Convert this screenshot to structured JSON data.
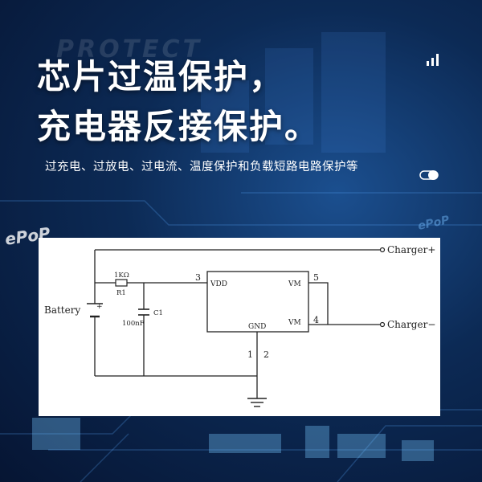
{
  "header": {
    "watermark": "PROTECT",
    "title_line1": "芯片过温保护，",
    "title_line2": "充电器反接保护。",
    "subtitle": "过充电、过放电、过电流、温度保护和负载短路电路保护等"
  },
  "logos": {
    "left": "ePoP",
    "right": "ePoP"
  },
  "circuit": {
    "battery_label": "Battery",
    "resistor_value": "1KΩ",
    "resistor_name": "R1",
    "capacitor_name": "C1",
    "capacitor_value": "100nF",
    "chip_pin_vdd": "VDD",
    "chip_pin_gnd": "GND",
    "chip_pin_vm_top": "VM",
    "chip_pin_vm_bottom": "VM",
    "pin_3": "3",
    "pin_5": "5",
    "pin_4": "4",
    "pin_1": "1",
    "pin_2": "2",
    "charger_plus": "Charger+",
    "charger_minus": "Charger−"
  },
  "colors": {
    "bg_dark": "#061533",
    "bg_mid": "#1b4f8f",
    "text": "#ffffff",
    "wire": "#222222"
  },
  "icons": {
    "top_right": "signal-bars-icon",
    "mid_right": "toggle-icon"
  }
}
